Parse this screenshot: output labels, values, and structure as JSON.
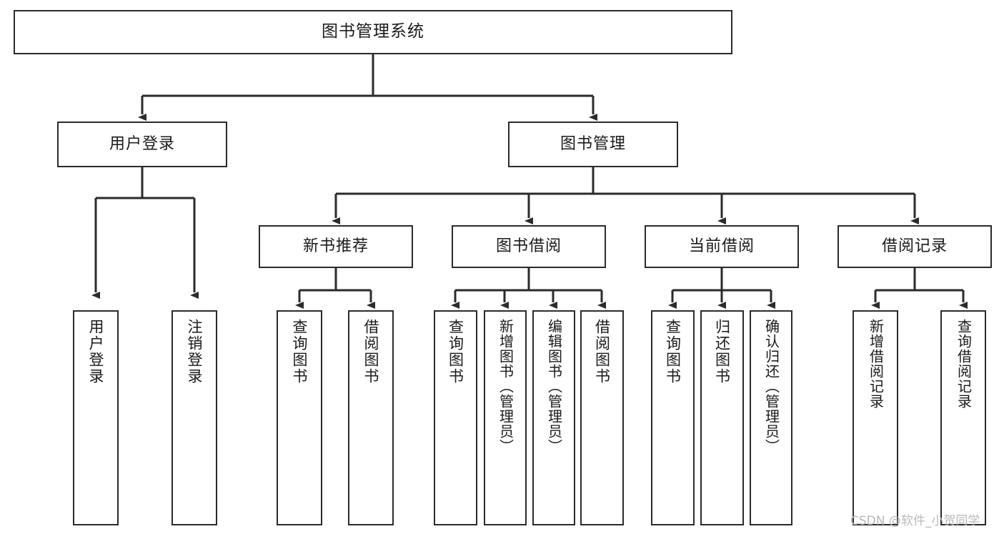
{
  "diagram": {
    "title": "图书管理系统",
    "type": "tree-hierarchy-diagram",
    "watermark": "CSDN @软件_小贺同学",
    "colors": {
      "stroke": "#2b2b2b",
      "fill": "#ffffff",
      "text": "#1a1a1a",
      "watermark": "#b9b9b9"
    },
    "nodes": {
      "root": {
        "label": "图书管理系统"
      },
      "level2": [
        {
          "id": "user-login",
          "label": "用户登录"
        },
        {
          "id": "book-manage",
          "label": "图书管理"
        }
      ],
      "level3": [
        {
          "id": "new-book-recommend",
          "label": "新书推荐"
        },
        {
          "id": "book-borrow",
          "label": "图书借阅"
        },
        {
          "id": "current-borrow",
          "label": "当前借阅"
        },
        {
          "id": "borrow-record",
          "label": "借阅记录"
        }
      ],
      "leaves": {
        "user_login": [
          {
            "id": "leaf-user-login",
            "label": "用户登录"
          },
          {
            "id": "leaf-user-logout",
            "label": "注销登录"
          }
        ],
        "new_book_recommend": [
          {
            "id": "leaf-query-book-1",
            "label": "查询图书"
          },
          {
            "id": "leaf-borrow-book-1",
            "label": "借阅图书"
          }
        ],
        "book_borrow": [
          {
            "id": "leaf-query-book-2",
            "label": "查询图书"
          },
          {
            "id": "leaf-add-book",
            "label": "新增图书（管理员）"
          },
          {
            "id": "leaf-edit-book",
            "label": "编辑图书（管理员）"
          },
          {
            "id": "leaf-borrow-book-2",
            "label": "借阅图书"
          }
        ],
        "current_borrow": [
          {
            "id": "leaf-query-book-3",
            "label": "查询图书"
          },
          {
            "id": "leaf-return-book",
            "label": "归还图书"
          },
          {
            "id": "leaf-confirm-return",
            "label": "确认归还（管理员）"
          }
        ],
        "borrow_record": [
          {
            "id": "leaf-add-record",
            "label": "新增借阅记录"
          },
          {
            "id": "leaf-query-record",
            "label": "查询借阅记录"
          }
        ]
      }
    }
  }
}
